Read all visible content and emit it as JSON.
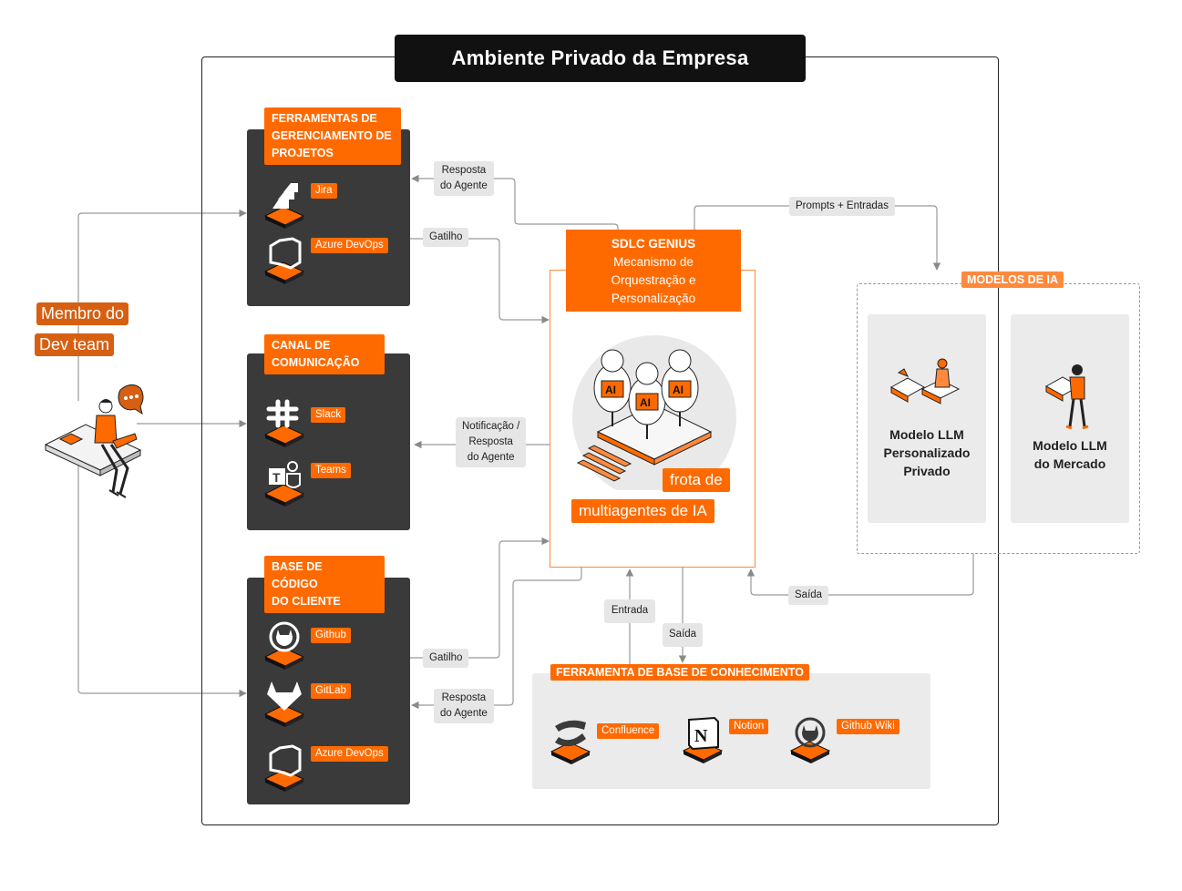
{
  "environment": {
    "title": "Ambiente Privado da Empresa"
  },
  "member": {
    "line1": "Membro do",
    "line2": "Dev team"
  },
  "pm_tools": {
    "title_lines": [
      "FERRAMENTAS DE",
      "GERENCIAMENTO DE",
      "PROJETOS"
    ],
    "tools": [
      "Jira",
      "Azure DevOps"
    ]
  },
  "comm": {
    "title_lines": [
      "CANAL DE",
      "COMUNICAÇÃO"
    ],
    "tools": [
      "Slack",
      "Teams"
    ]
  },
  "code": {
    "title_lines": [
      "BASE DE",
      "CÓDIGO",
      "DO CLIENTE"
    ],
    "tools": [
      "Github",
      "GitLab",
      "Azure DevOps"
    ]
  },
  "engine": {
    "title": "SDLC GENIUS",
    "subtitle_lines": [
      "Mecanismo de",
      "Orquestração e",
      "Personalização"
    ],
    "fleet_lines": [
      "frota de",
      "multiagentes de IA"
    ],
    "robot_badge": "AI"
  },
  "models": {
    "title": "MODELOS DE IA",
    "items": [
      {
        "lines": [
          "Modelo LLM",
          "Personalizado",
          "Privado"
        ]
      },
      {
        "lines": [
          "Modelo LLM",
          "do Mercado"
        ]
      }
    ]
  },
  "knowledge": {
    "title": "FERRAMENTA DE BASE DE CONHECIMENTO",
    "tools": [
      "Confluence",
      "Notion",
      "Github Wiki"
    ]
  },
  "flows": {
    "resposta1": [
      "Resposta",
      "do Agente"
    ],
    "gatilho1": "Gatilho",
    "notificacao": [
      "Notificação /",
      "Resposta",
      "do Agente"
    ],
    "gatilho2": "Gatilho",
    "resposta2": [
      "Resposta",
      "do Agente"
    ],
    "prompts": "Prompts + Entradas",
    "saida_models": "Saída",
    "entrada": "Entrada",
    "saida_kb": "Saída"
  },
  "colors": {
    "orange": "#ff6a00",
    "dark_panel": "#3a3a3a",
    "ink": "#111111",
    "pill": "#e6e6e6"
  }
}
